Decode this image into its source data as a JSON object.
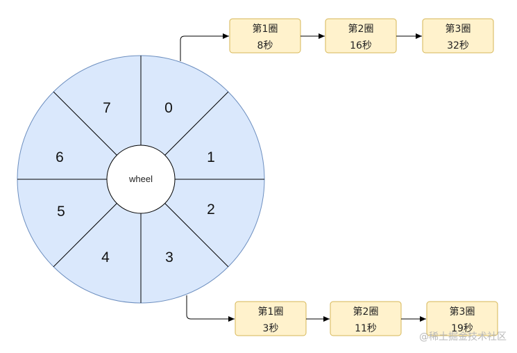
{
  "wheel": {
    "hub_label": "wheel",
    "slots": [
      "0",
      "1",
      "2",
      "3",
      "4",
      "5",
      "6",
      "7"
    ],
    "fill_color": "#dae8fc",
    "stroke_color": "#6c8ebf"
  },
  "chains": {
    "top": [
      {
        "round": "第1圈",
        "time": "8秒"
      },
      {
        "round": "第2圈",
        "time": "16秒"
      },
      {
        "round": "第3圈",
        "time": "32秒"
      }
    ],
    "bottom": [
      {
        "round": "第1圈",
        "time": "3秒"
      },
      {
        "round": "第2圈",
        "time": "11秒"
      },
      {
        "round": "第3圈",
        "time": "19秒"
      }
    ],
    "box_fill": "#fff2cc",
    "box_stroke": "#d6b656"
  },
  "watermark": "@稀土掘金技术社区"
}
